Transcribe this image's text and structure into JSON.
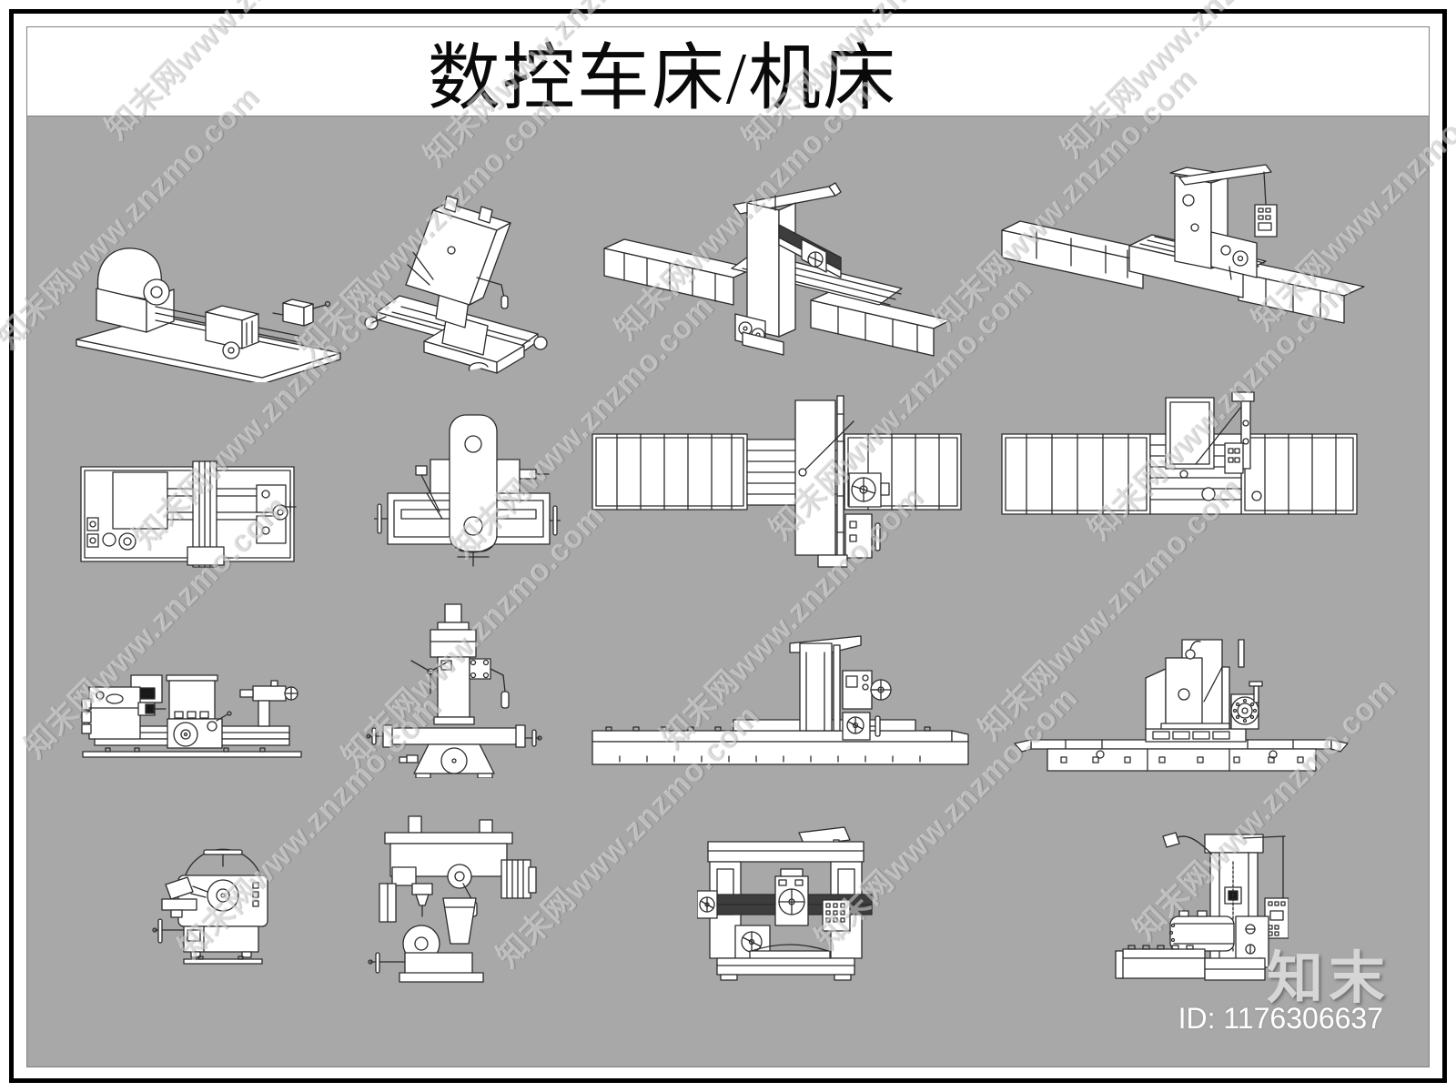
{
  "sheet": {
    "title": "数控车床/机床"
  },
  "watermark": {
    "text": "知末网www.znzmo.com",
    "logo": "知末",
    "id_label": "ID: 1176306637"
  },
  "colors": {
    "canvas_bg": "#a8a8a8",
    "frame": "#000000",
    "inner_border": "#808080",
    "drawing_line": "#2b2b2b",
    "drawing_fill": "#ffffff",
    "watermark": "rgba(255,255,255,0.42)",
    "id_text": "#ffffff",
    "logo_text": "#d6d6d6"
  },
  "machines": [
    {
      "name": "cnc-lathe",
      "view": "isometric",
      "row": 1,
      "col": 1
    },
    {
      "name": "drill-mill-machine",
      "view": "isometric",
      "row": 1,
      "col": 2
    },
    {
      "name": "planer-machine",
      "view": "isometric",
      "row": 1,
      "col": 3
    },
    {
      "name": "horizontal-boring-machine",
      "view": "isometric",
      "row": 1,
      "col": 4
    },
    {
      "name": "cnc-lathe",
      "view": "top",
      "row": 2,
      "col": 1
    },
    {
      "name": "drill-mill-machine",
      "view": "top",
      "row": 2,
      "col": 2
    },
    {
      "name": "planer-machine",
      "view": "top",
      "row": 2,
      "col": 3
    },
    {
      "name": "horizontal-boring-machine",
      "view": "top",
      "row": 2,
      "col": 4
    },
    {
      "name": "cnc-lathe",
      "view": "side",
      "row": 3,
      "col": 1
    },
    {
      "name": "drill-mill-machine",
      "view": "front",
      "row": 3,
      "col": 2
    },
    {
      "name": "planer-machine",
      "view": "front",
      "row": 3,
      "col": 3
    },
    {
      "name": "horizontal-boring-machine",
      "view": "front",
      "row": 3,
      "col": 4
    },
    {
      "name": "grinder-machine",
      "view": "side",
      "row": 4,
      "col": 1
    },
    {
      "name": "drill-mill-machine",
      "view": "side",
      "row": 4,
      "col": 2
    },
    {
      "name": "planer-machine",
      "view": "end",
      "row": 4,
      "col": 3
    },
    {
      "name": "horizontal-boring-machine",
      "view": "side",
      "row": 4,
      "col": 4
    }
  ]
}
